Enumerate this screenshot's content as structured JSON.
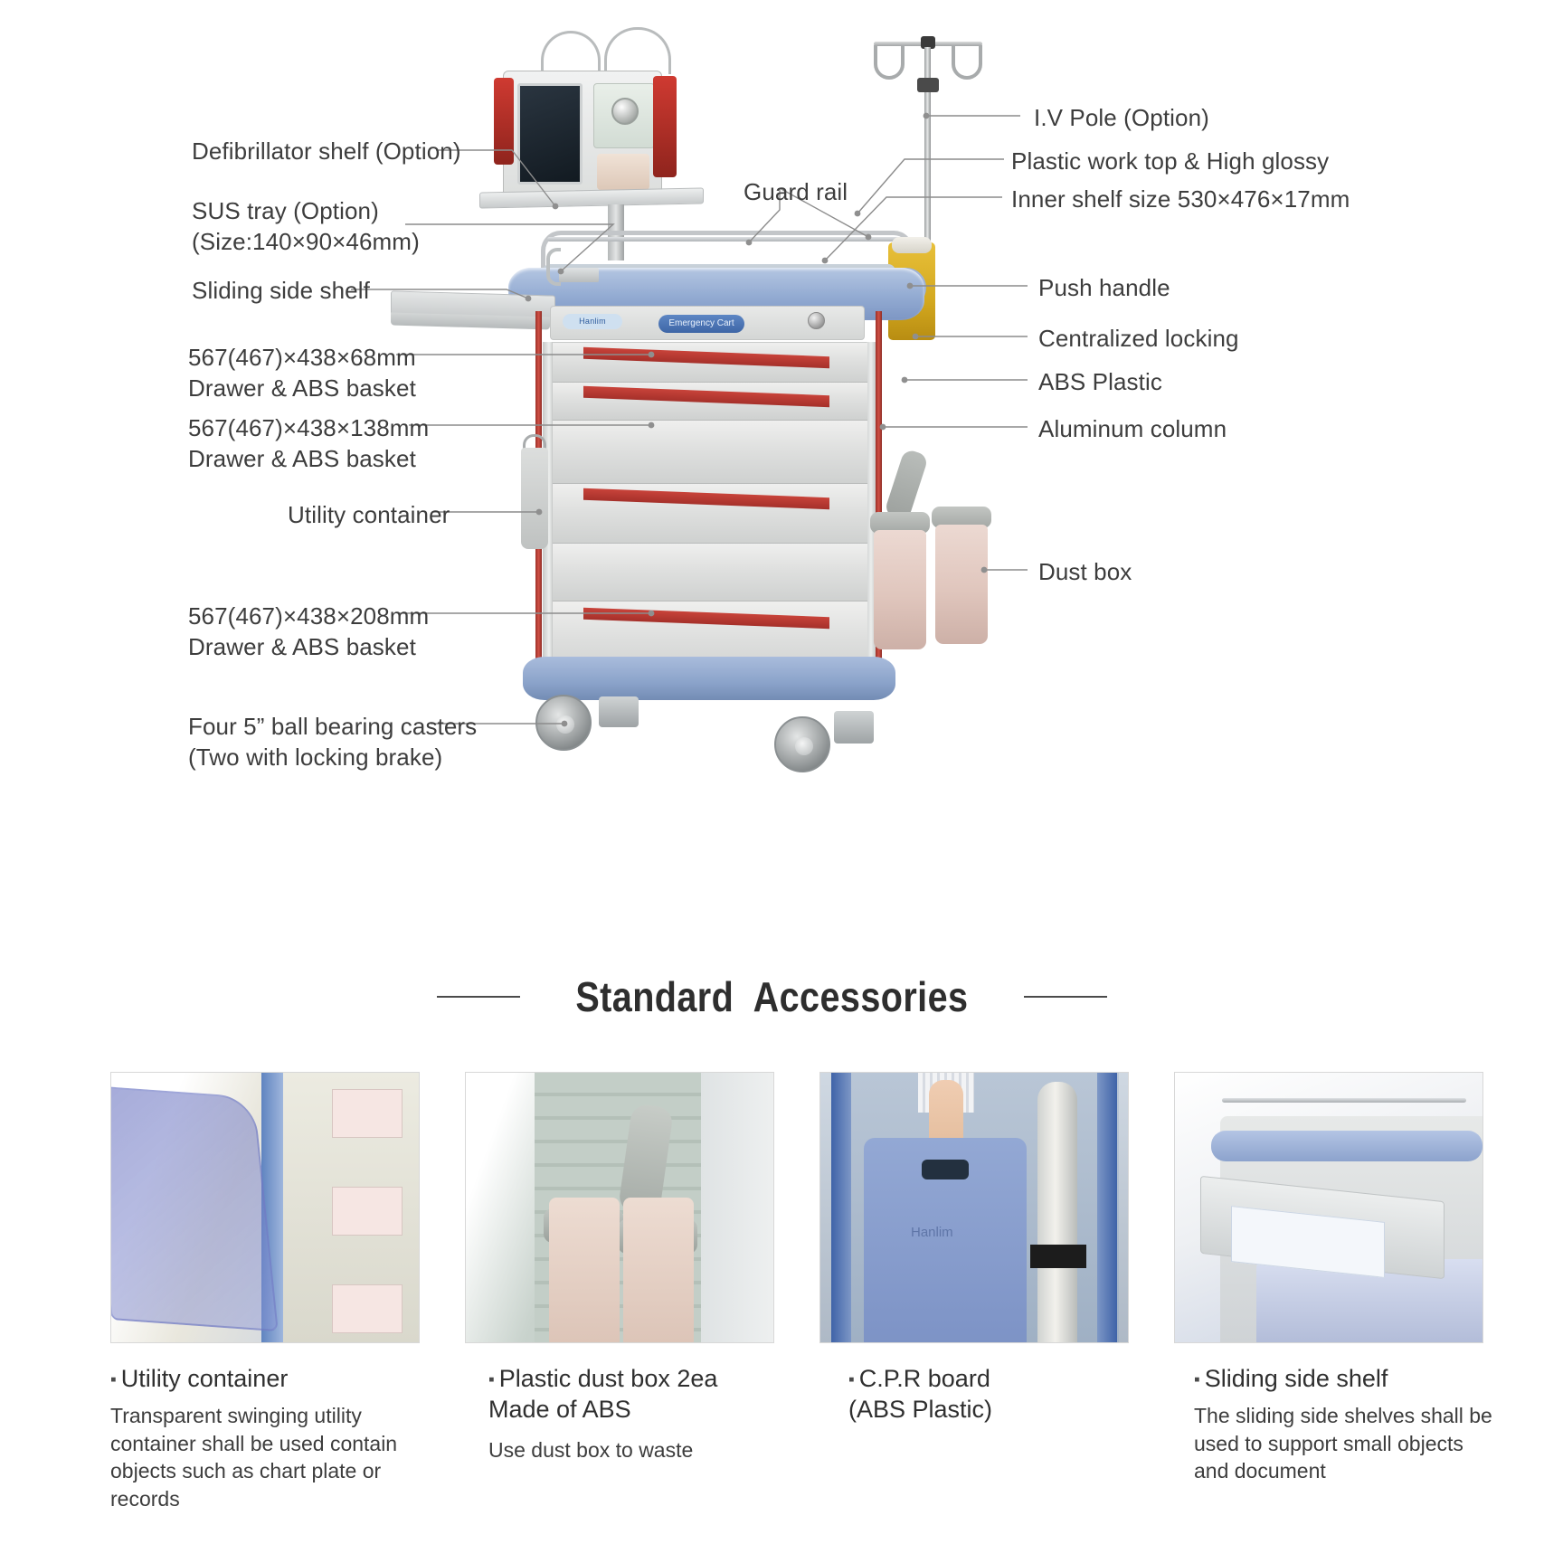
{
  "diagram": {
    "title": "Emergency Cart annotated diagram",
    "product_chip_brand": "Hanlim",
    "product_chip_name": "Emergency Cart",
    "callouts_left": [
      {
        "id": "defibrillator-shelf",
        "text": "Defibrillator shelf (Option)"
      },
      {
        "id": "sus-tray",
        "text": "SUS tray (Option)\n(Size:140×90×46mm)"
      },
      {
        "id": "sliding-side-shelf",
        "text": "Sliding side shelf"
      },
      {
        "id": "drawer-68",
        "text": "567(467)×438×68mm\nDrawer & ABS basket"
      },
      {
        "id": "drawer-138",
        "text": "567(467)×438×138mm\nDrawer & ABS basket"
      },
      {
        "id": "utility-container",
        "text": "Utility container"
      },
      {
        "id": "drawer-208",
        "text": "567(467)×438×208mm\nDrawer & ABS basket"
      },
      {
        "id": "casters",
        "text": "Four 5” ball bearing casters\n(Two with locking brake)"
      }
    ],
    "callouts_right": [
      {
        "id": "iv-pole",
        "text": "I.V Pole (Option)"
      },
      {
        "id": "plastic-work-top",
        "text": "Plastic work top & High glossy"
      },
      {
        "id": "inner-shelf",
        "text": "Inner shelf size 530×476×17mm"
      },
      {
        "id": "push-handle",
        "text": "Push handle"
      },
      {
        "id": "centralized-locking",
        "text": "Centralized locking"
      },
      {
        "id": "abs-plastic",
        "text": "ABS Plastic"
      },
      {
        "id": "aluminum-column",
        "text": "Aluminum column"
      },
      {
        "id": "dust-box",
        "text": "Dust box"
      }
    ],
    "callout_center": {
      "id": "guard-rail",
      "text": "Guard rail"
    }
  },
  "section": {
    "title": "Standard  Accessories"
  },
  "accessories": [
    {
      "id": "utility-container",
      "bullet": "▪",
      "title": "Utility container",
      "body": "Transparent swinging utility\ncontainer shall be used contain\nobjects such as chart plate or\nrecords"
    },
    {
      "id": "plastic-dust-box",
      "bullet": "▪",
      "title": "Plastic dust box 2ea\n Made of  ABS",
      "body": "Use dust box to waste"
    },
    {
      "id": "cpr-board",
      "bullet": "▪",
      "title": "C.P.R board\n (ABS Plastic)",
      "body": "",
      "thumb_logo": "Hanlim"
    },
    {
      "id": "sliding-side-shelf",
      "bullet": "▪",
      "title": "Sliding side shelf",
      "body": "The sliding side shelves shall be\nused to support small objects\nand document"
    }
  ],
  "colors": {
    "text": "#3d3d3d",
    "leader_line": "#8c8c8c",
    "cart_blue": "#8ba3ca",
    "drawer_red": "#c8433a",
    "sharps_yellow": "#d3a81f",
    "background": "#ffffff"
  }
}
